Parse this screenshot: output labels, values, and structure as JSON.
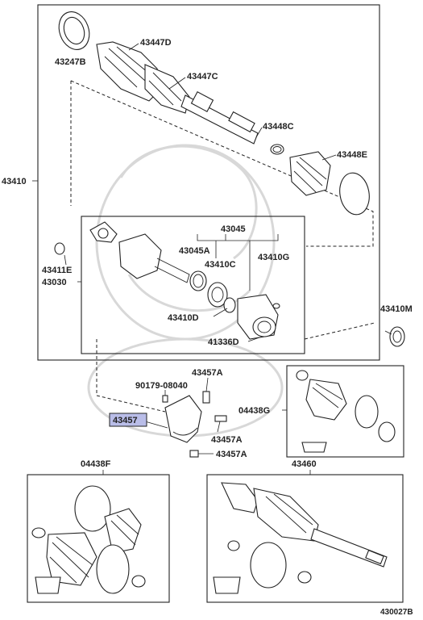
{
  "labels": {
    "l43447D": "43447D",
    "l43247B": "43247B",
    "l43447C": "43447C",
    "l43448C": "43448C",
    "l43448E": "43448E",
    "l43410": "43410",
    "l43045": "43045",
    "l43045A": "43045A",
    "l43410C": "43410C",
    "l43410G": "43410G",
    "l43411E": "43411E",
    "l43030": "43030",
    "l43410D": "43410D",
    "l43410M": "43410M",
    "l41336D": "41336D",
    "l90179": "90179-08040",
    "l43457A_top": "43457A",
    "l04438G": "04438G",
    "l43457": "43457",
    "l43457A_mid": "43457A",
    "l43457A_bot": "43457A",
    "l04438F": "04438F",
    "l43460": "43460",
    "footer": "430027B"
  },
  "colors": {
    "highlight": "#b9bde8",
    "line": "#222222",
    "watermark": "#d8d8d8"
  }
}
